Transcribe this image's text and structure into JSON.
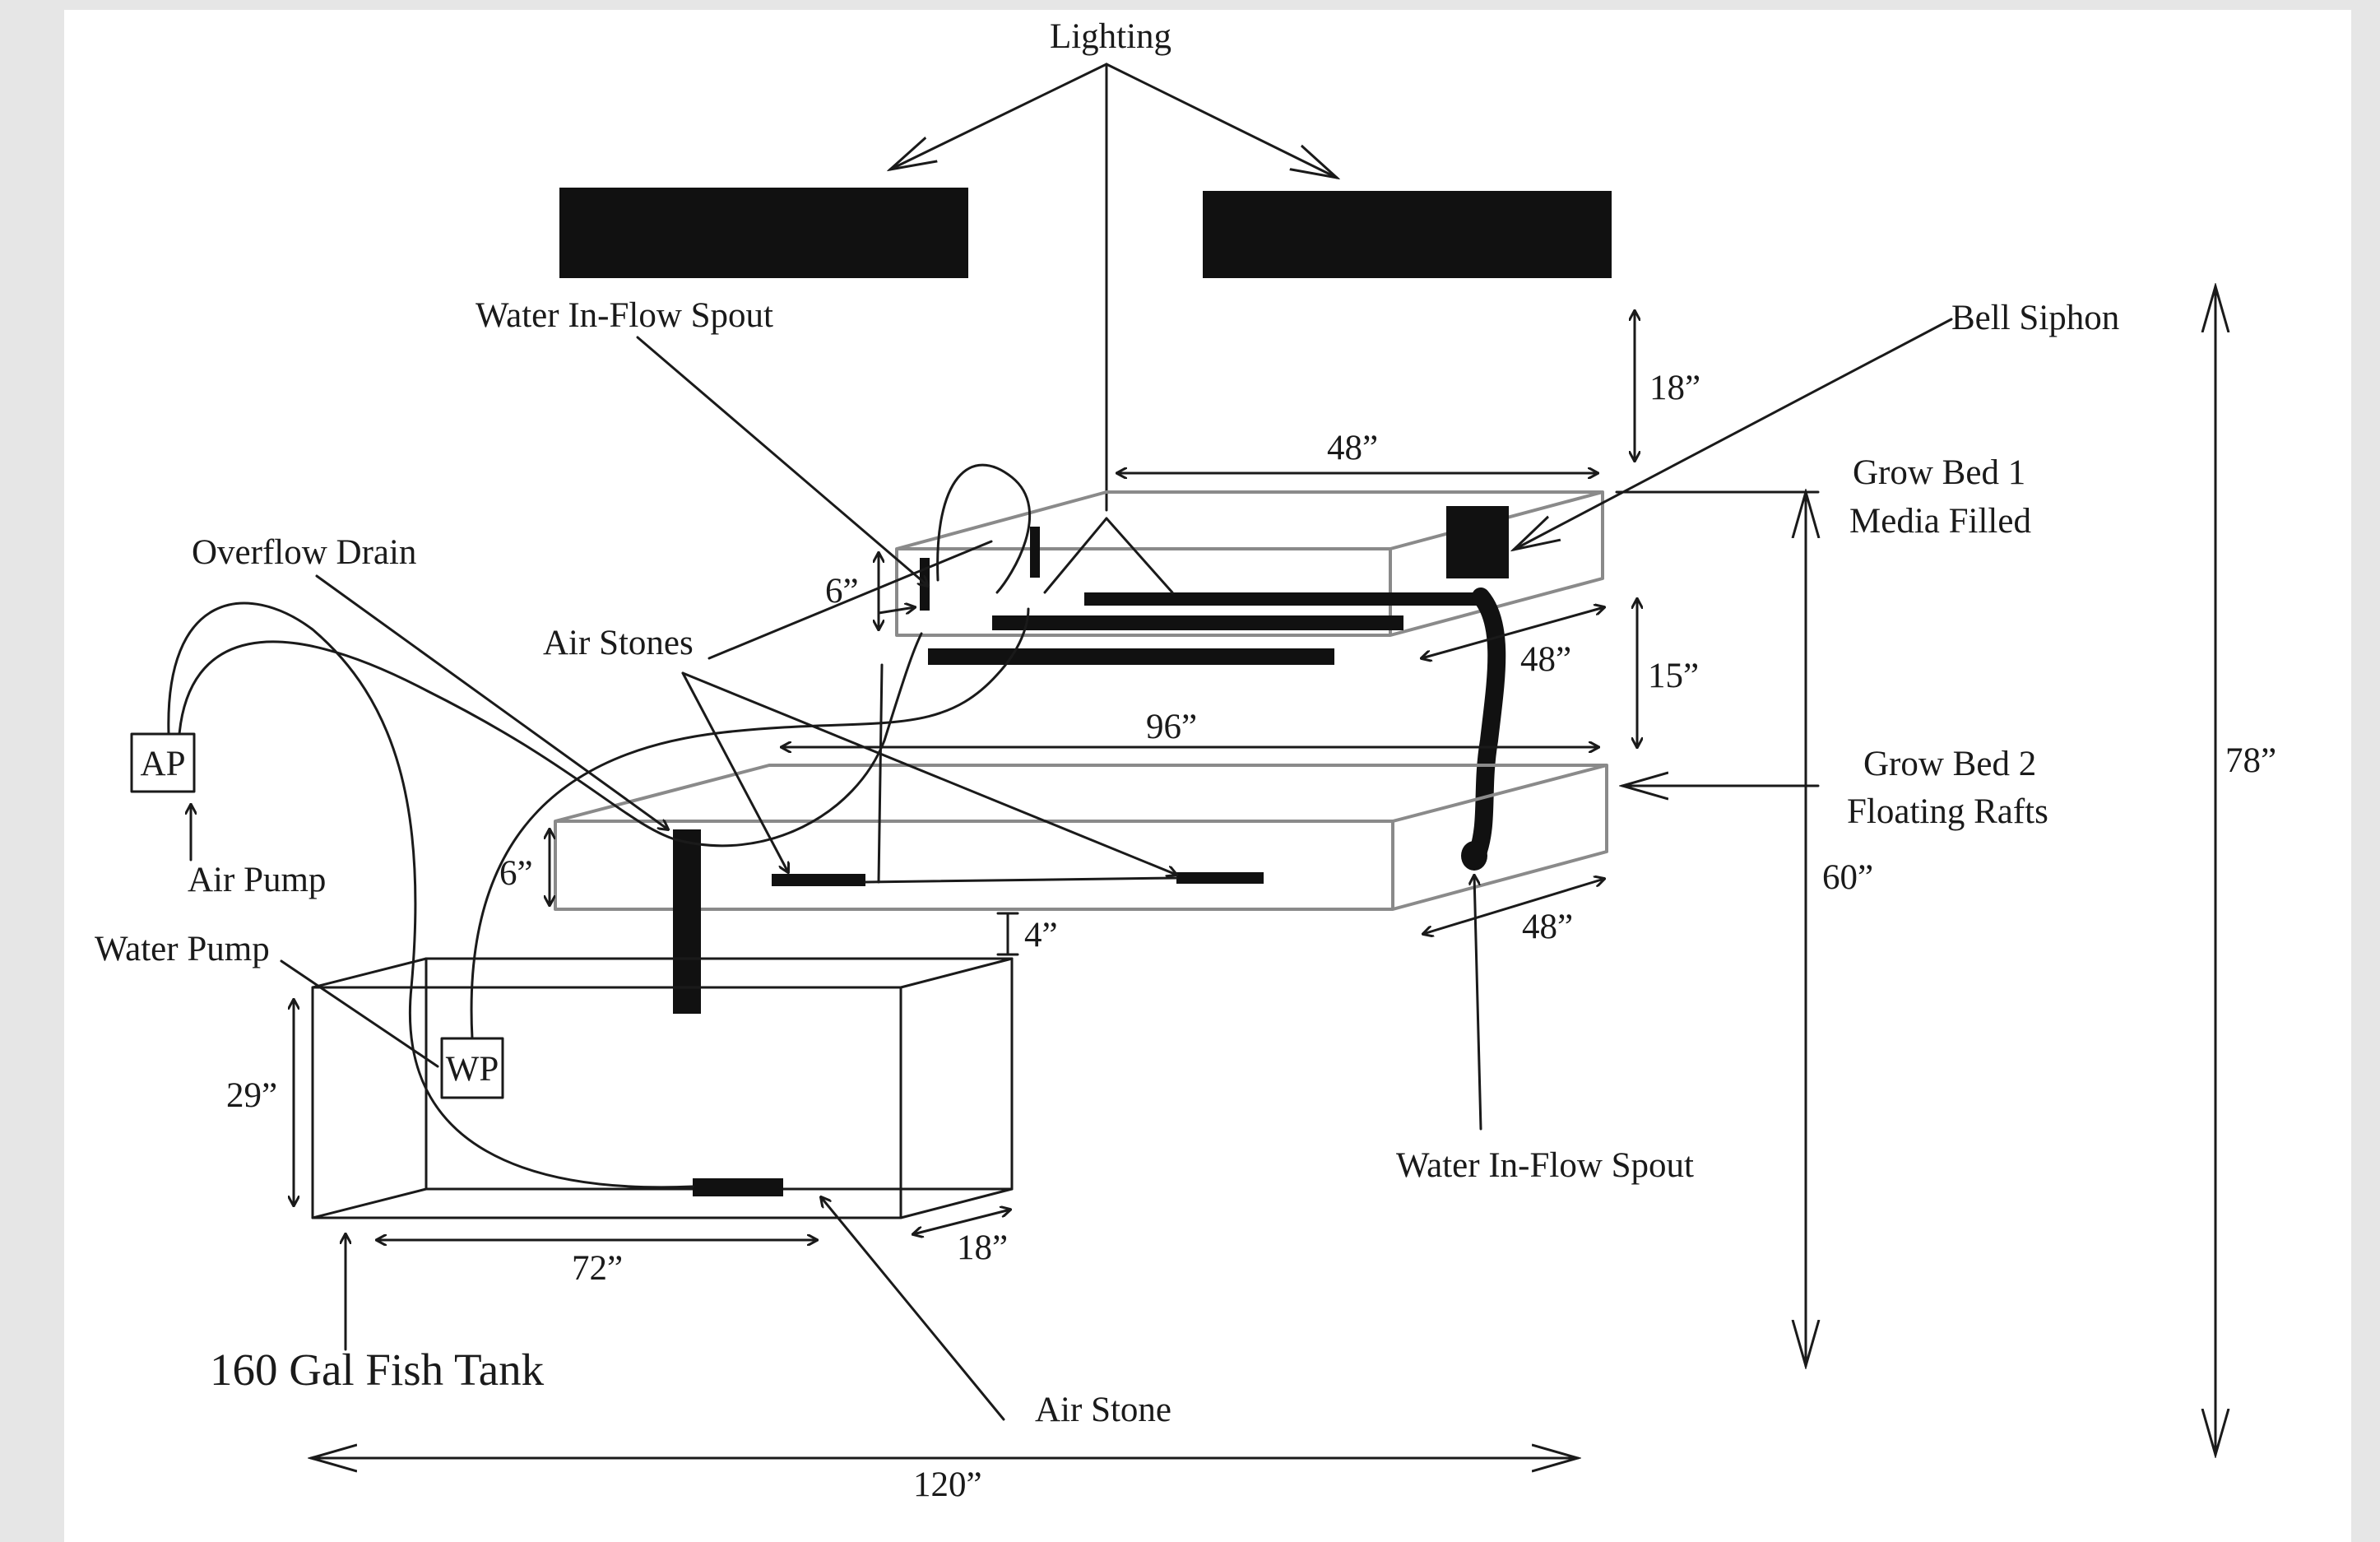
{
  "colors": {
    "background": "#e6e6e6",
    "page": "#ffffff",
    "ink": "#111111",
    "bed_outline": "#8a8a8a"
  },
  "labels": {
    "lighting": "Lighting",
    "water_inflow_top": "Water In-Flow Spout",
    "bell_siphon": "Bell Siphon",
    "grow_bed_1_title": "Grow Bed 1",
    "grow_bed_1_sub": "Media Filled",
    "overflow_drain": "Overflow Drain",
    "air_stones": "Air Stones",
    "grow_bed_2_title": "Grow Bed 2",
    "grow_bed_2_sub": "Floating Rafts",
    "ap_box": "AP",
    "air_pump": "Air Pump",
    "water_pump": "Water Pump",
    "wp_box": "WP",
    "water_inflow_bottom": "Water In-Flow Spout",
    "fish_tank": "160 Gal Fish Tank",
    "air_stone": "Air Stone"
  },
  "dimensions": {
    "light_clearance": "18”",
    "bed1_length": "48”",
    "bed1_depth": "6”",
    "bed1_width": "48”",
    "bed_gap": "15”",
    "bed2_length": "96”",
    "bed2_depth": "6”",
    "bed2_width": "48”",
    "tank_gap": "4”",
    "bed1_height": "60”",
    "total_height": "78”",
    "tank_height": "29”",
    "tank_length": "72”",
    "tank_width": "18”",
    "total_length": "120”"
  }
}
